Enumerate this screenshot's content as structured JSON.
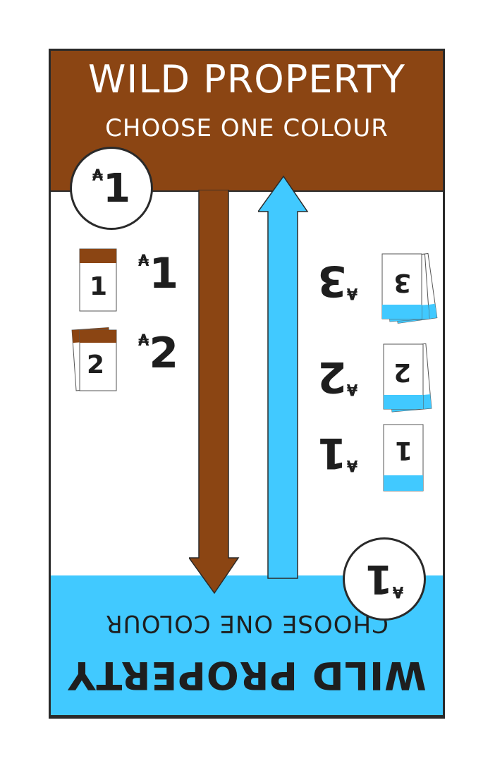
{
  "card": {
    "title": "WILD PROPERTY",
    "subtitle": "CHOOSE ONE COLOUR",
    "value": "1",
    "currency": "₳",
    "colors": {
      "brown": "#8b4513",
      "light_blue": "#41c9ff",
      "border": "#2a2a2a"
    }
  },
  "top_rents": [
    {
      "cards": "1",
      "rent": "1"
    },
    {
      "cards": "2",
      "rent": "2"
    }
  ],
  "bottom_rents": [
    {
      "cards": "1",
      "rent": "1"
    },
    {
      "cards": "2",
      "rent": "2"
    },
    {
      "cards": "3",
      "rent": "3"
    }
  ]
}
